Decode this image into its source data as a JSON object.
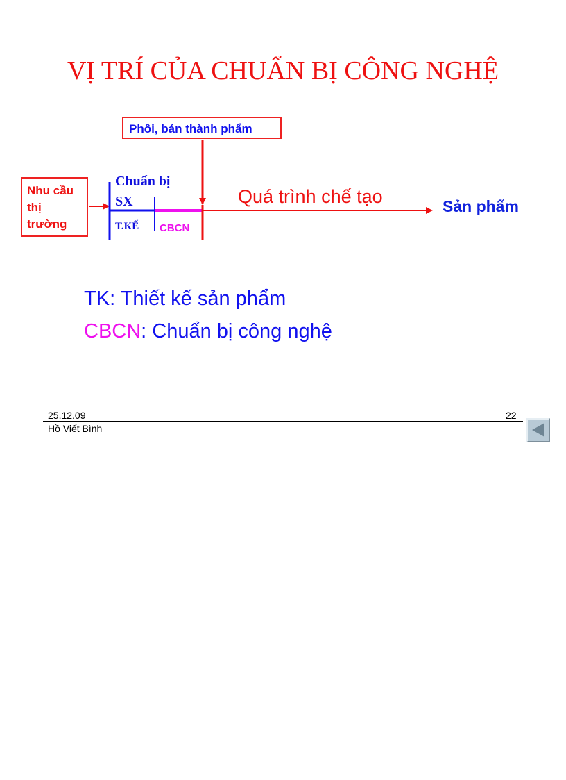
{
  "slide": {
    "title": "VỊ TRÍ CỦA CHUẨN BỊ CÔNG NGHỆ"
  },
  "diagram": {
    "input_box": "Phôi, bán thành phẩm",
    "need_box": [
      "Nhu cầu",
      "thị",
      "trường"
    ],
    "prep_label_line1": "Chuẩn bị",
    "prep_label_line2": "SX",
    "design_label": "T.KẾ",
    "tech_label": "CBCN",
    "process_label": "Quá trình chế tạo",
    "output_label": "Sản phẩm",
    "colors": {
      "red": "#ee1111",
      "blue": "#1111ee",
      "magenta": "#ee11ee"
    }
  },
  "legend": {
    "tk_abbr": "TK",
    "tk_text": ": Thiết kế sản phẩm",
    "cbcn_abbr": "CBCN",
    "cbcn_text": ": Chuẩn bị công nghệ"
  },
  "footer": {
    "date": "25.12.09",
    "page_number": "22",
    "author": "Hồ Viết Bình"
  },
  "navigation": {
    "previous_icon": "triangle-left-icon"
  }
}
